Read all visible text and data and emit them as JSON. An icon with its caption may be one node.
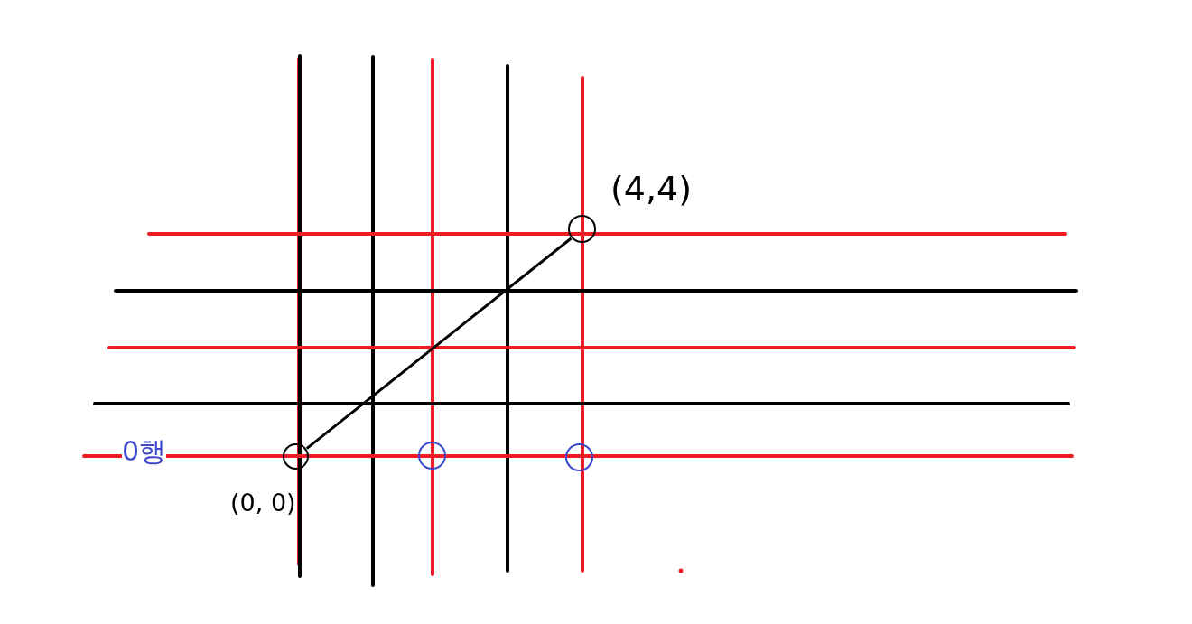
{
  "diagram": {
    "nodes": [
      {
        "text": [],
        "shape": "circle",
        "beside": [
          "(0, 0)"
        ]
      },
      {
        "text": [],
        "shape": "circle",
        "beside": [
          "(4,4)"
        ]
      },
      {
        "text": [],
        "shape": "circle"
      },
      {
        "text": [],
        "shape": "circle"
      }
    ],
    "edges": [
      {
        "from": 0,
        "to": 1,
        "arrow": "none"
      }
    ],
    "labels": [
      "0행"
    ]
  }
}
